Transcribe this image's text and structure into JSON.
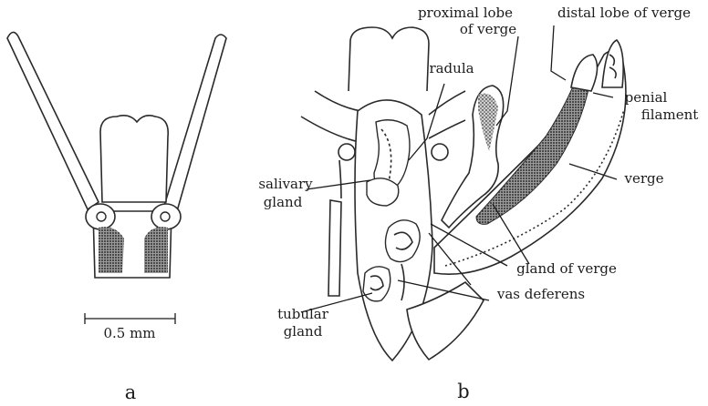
{
  "panels": {
    "a": {
      "letter": "a",
      "scale_bar": "0.5 mm"
    },
    "b": {
      "letter": "b",
      "labels": {
        "proximal_lobe_line1": "proximal lobe",
        "proximal_lobe_line2": "of verge",
        "distal_lobe": "distal lobe of verge",
        "radula": "radula",
        "penial_line1": "penial",
        "penial_line2": "filament",
        "salivary_line1": "salivary",
        "salivary_line2": "gland",
        "verge": "verge",
        "gland_of_verge": "gland of verge",
        "vas_deferens": "vas deferens",
        "tubular_line1": "tubular",
        "tubular_line2": "gland"
      }
    }
  }
}
